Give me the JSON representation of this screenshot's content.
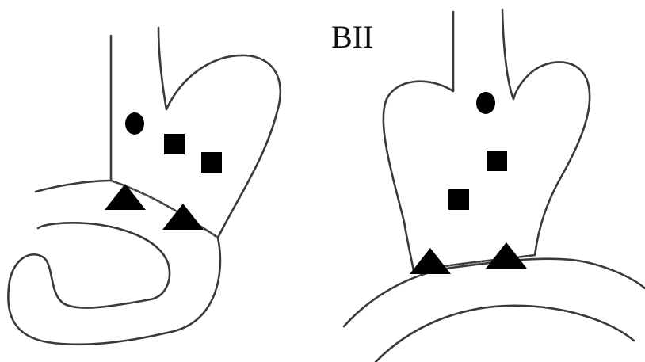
{
  "title": "BII",
  "colors": {
    "line": "#3a3a3a",
    "marker": "#000000",
    "suture": "#8a8a8a",
    "background": "#ffffff"
  },
  "panels": [
    {
      "name": "left-diagram",
      "markers": {
        "circle": 1,
        "square": 2,
        "triangle": 2
      }
    },
    {
      "name": "right-diagram",
      "markers": {
        "circle": 1,
        "square": 2,
        "triangle": 2
      }
    }
  ]
}
